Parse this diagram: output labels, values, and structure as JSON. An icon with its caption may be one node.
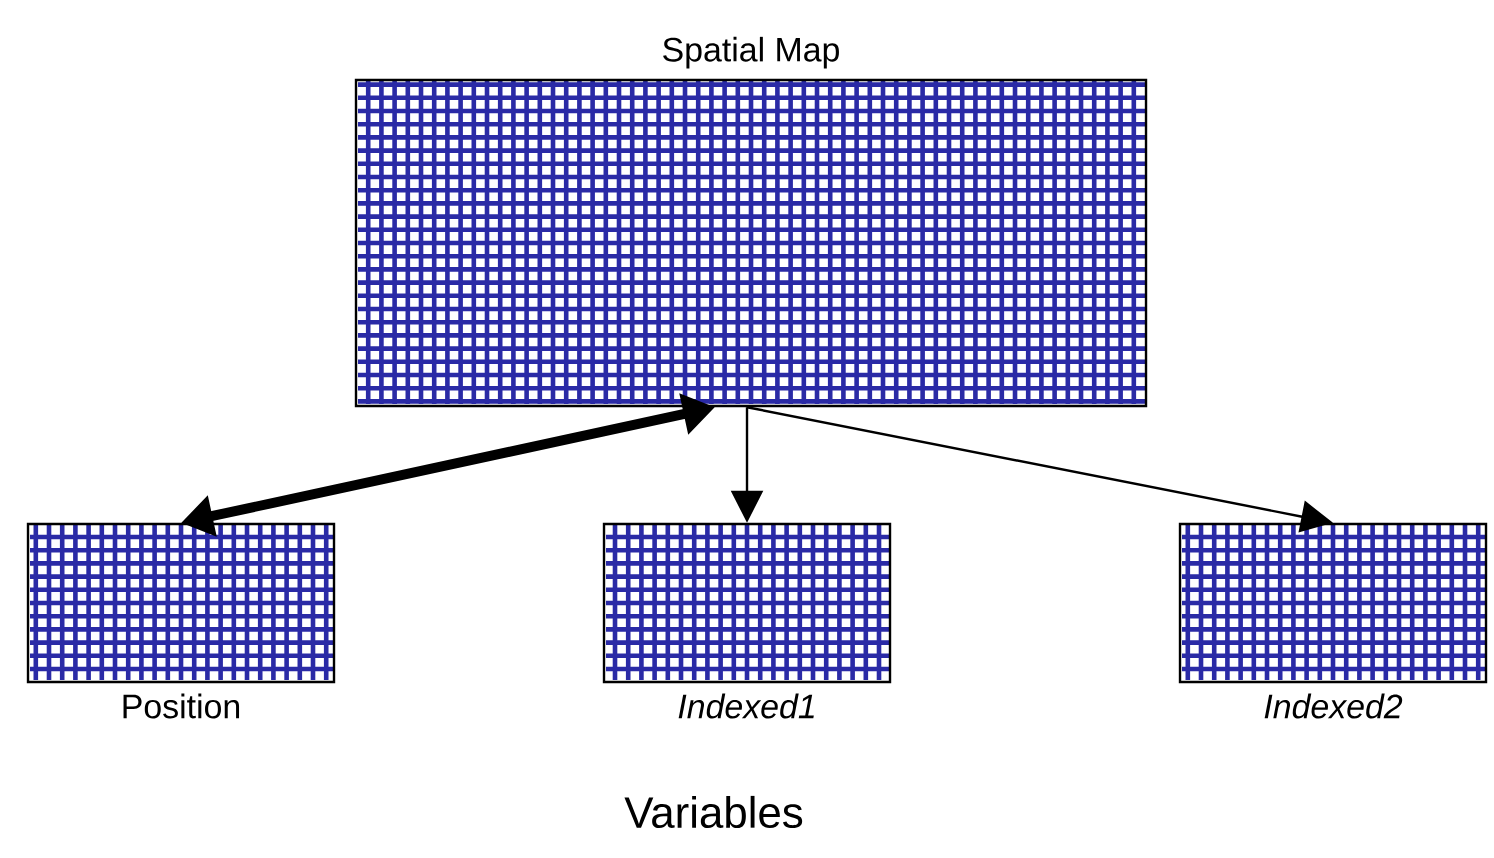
{
  "diagram": {
    "nodes": [
      {
        "text": [
          "Spatial Map"
        ]
      },
      {
        "text": [
          "Position"
        ]
      },
      {
        "text": [
          "Indexed1"
        ]
      },
      {
        "text": [
          "Indexed2"
        ]
      }
    ],
    "edges": [
      {
        "from": 0,
        "to": 1,
        "arrow": "both",
        "style": "thick"
      },
      {
        "from": 0,
        "to": 2,
        "arrow": "to"
      },
      {
        "from": 0,
        "to": 3,
        "arrow": "to"
      }
    ],
    "labels": [
      "Variables"
    ]
  }
}
